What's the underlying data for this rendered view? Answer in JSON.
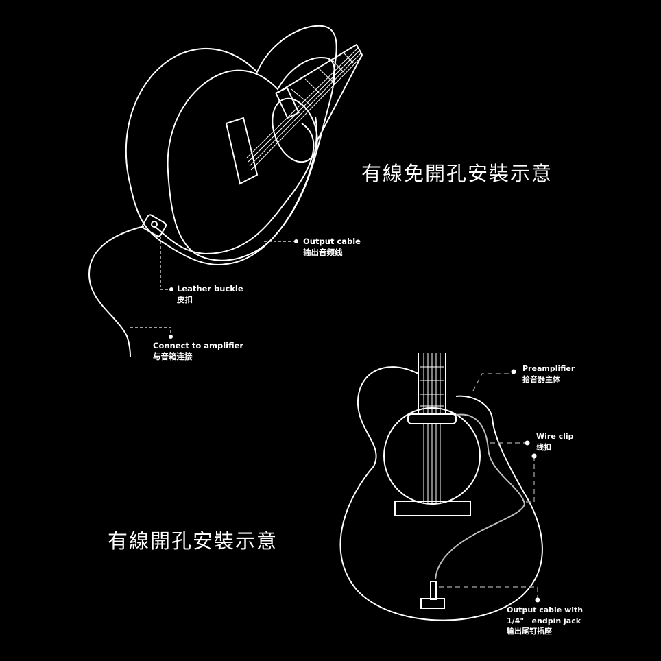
{
  "titles": {
    "no_drill": "有線免開孔安裝示意",
    "drill": "有線開孔安裝示意"
  },
  "labels": {
    "output_cable": {
      "en": "Output cable",
      "zh": "输出音频线"
    },
    "leather_buckle": {
      "en": "Leather buckle",
      "zh": "皮扣"
    },
    "connect_amp": {
      "en": "Connect to amplifier",
      "zh": "与音箱连接"
    },
    "preamplifier": {
      "en": "Preamplifier",
      "zh": "拾音器主体"
    },
    "wire_clip": {
      "en": "Wire clip",
      "zh": "线扣"
    },
    "endpin": {
      "en1": "Output cable with",
      "en2": "1/4\"   endpin jack",
      "zh": "输出尾钉插座"
    }
  },
  "colors": {
    "background": "#000000",
    "line": "#ffffff",
    "cable": "#bdbdbd"
  }
}
